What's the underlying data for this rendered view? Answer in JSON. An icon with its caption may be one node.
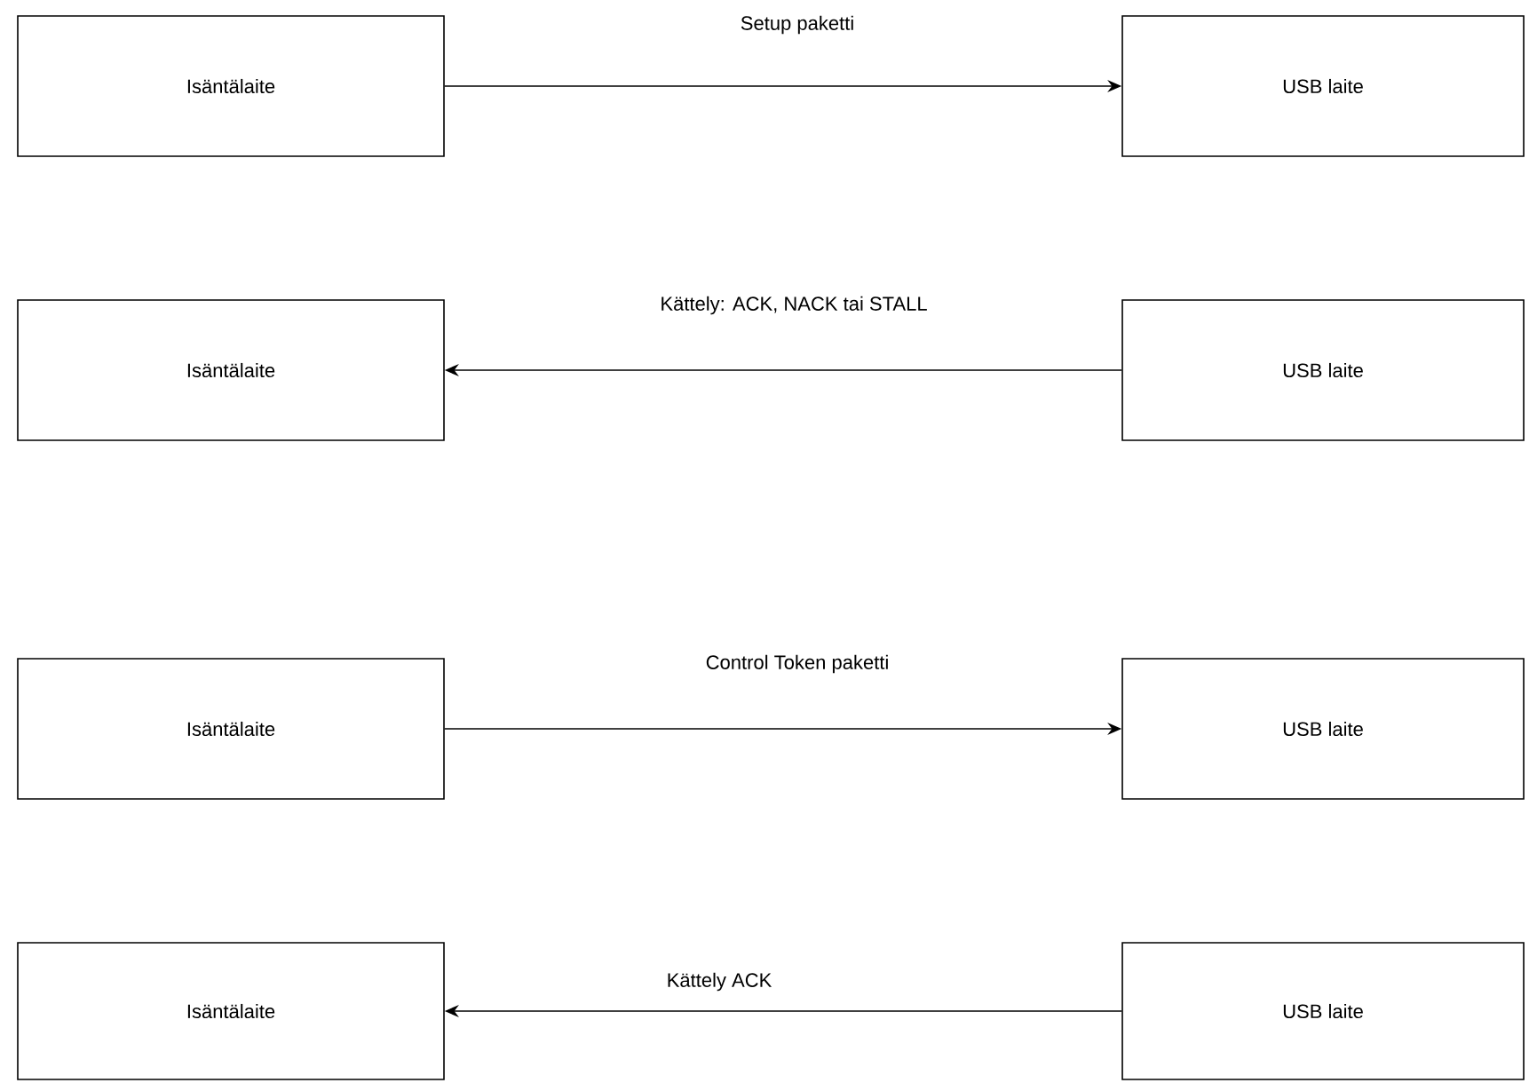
{
  "diagram": {
    "nodes": [
      {
        "text": [
          "Isäntälaite"
        ]
      },
      {
        "text": [
          "USB laite"
        ]
      },
      {
        "text": [
          "Isäntälaite"
        ]
      },
      {
        "text": [
          "USB laite"
        ]
      },
      {
        "text": [
          "Isäntälaite"
        ]
      },
      {
        "text": [
          "USB laite"
        ]
      },
      {
        "text": [
          "Isäntälaite"
        ]
      },
      {
        "text": [
          "USB laite"
        ]
      }
    ],
    "edges": [
      {
        "from": 0,
        "to": 1,
        "arrow": "to",
        "label": "Setup paketti"
      },
      {
        "from": 3,
        "to": 2,
        "arrow": "to",
        "label": "Kättely: ACK, NACK tai STALL"
      },
      {
        "from": 4,
        "to": 5,
        "arrow": "to",
        "label": "Control Token paketti"
      },
      {
        "from": 7,
        "to": 6,
        "arrow": "to",
        "label": "Kättely ACK"
      }
    ]
  }
}
